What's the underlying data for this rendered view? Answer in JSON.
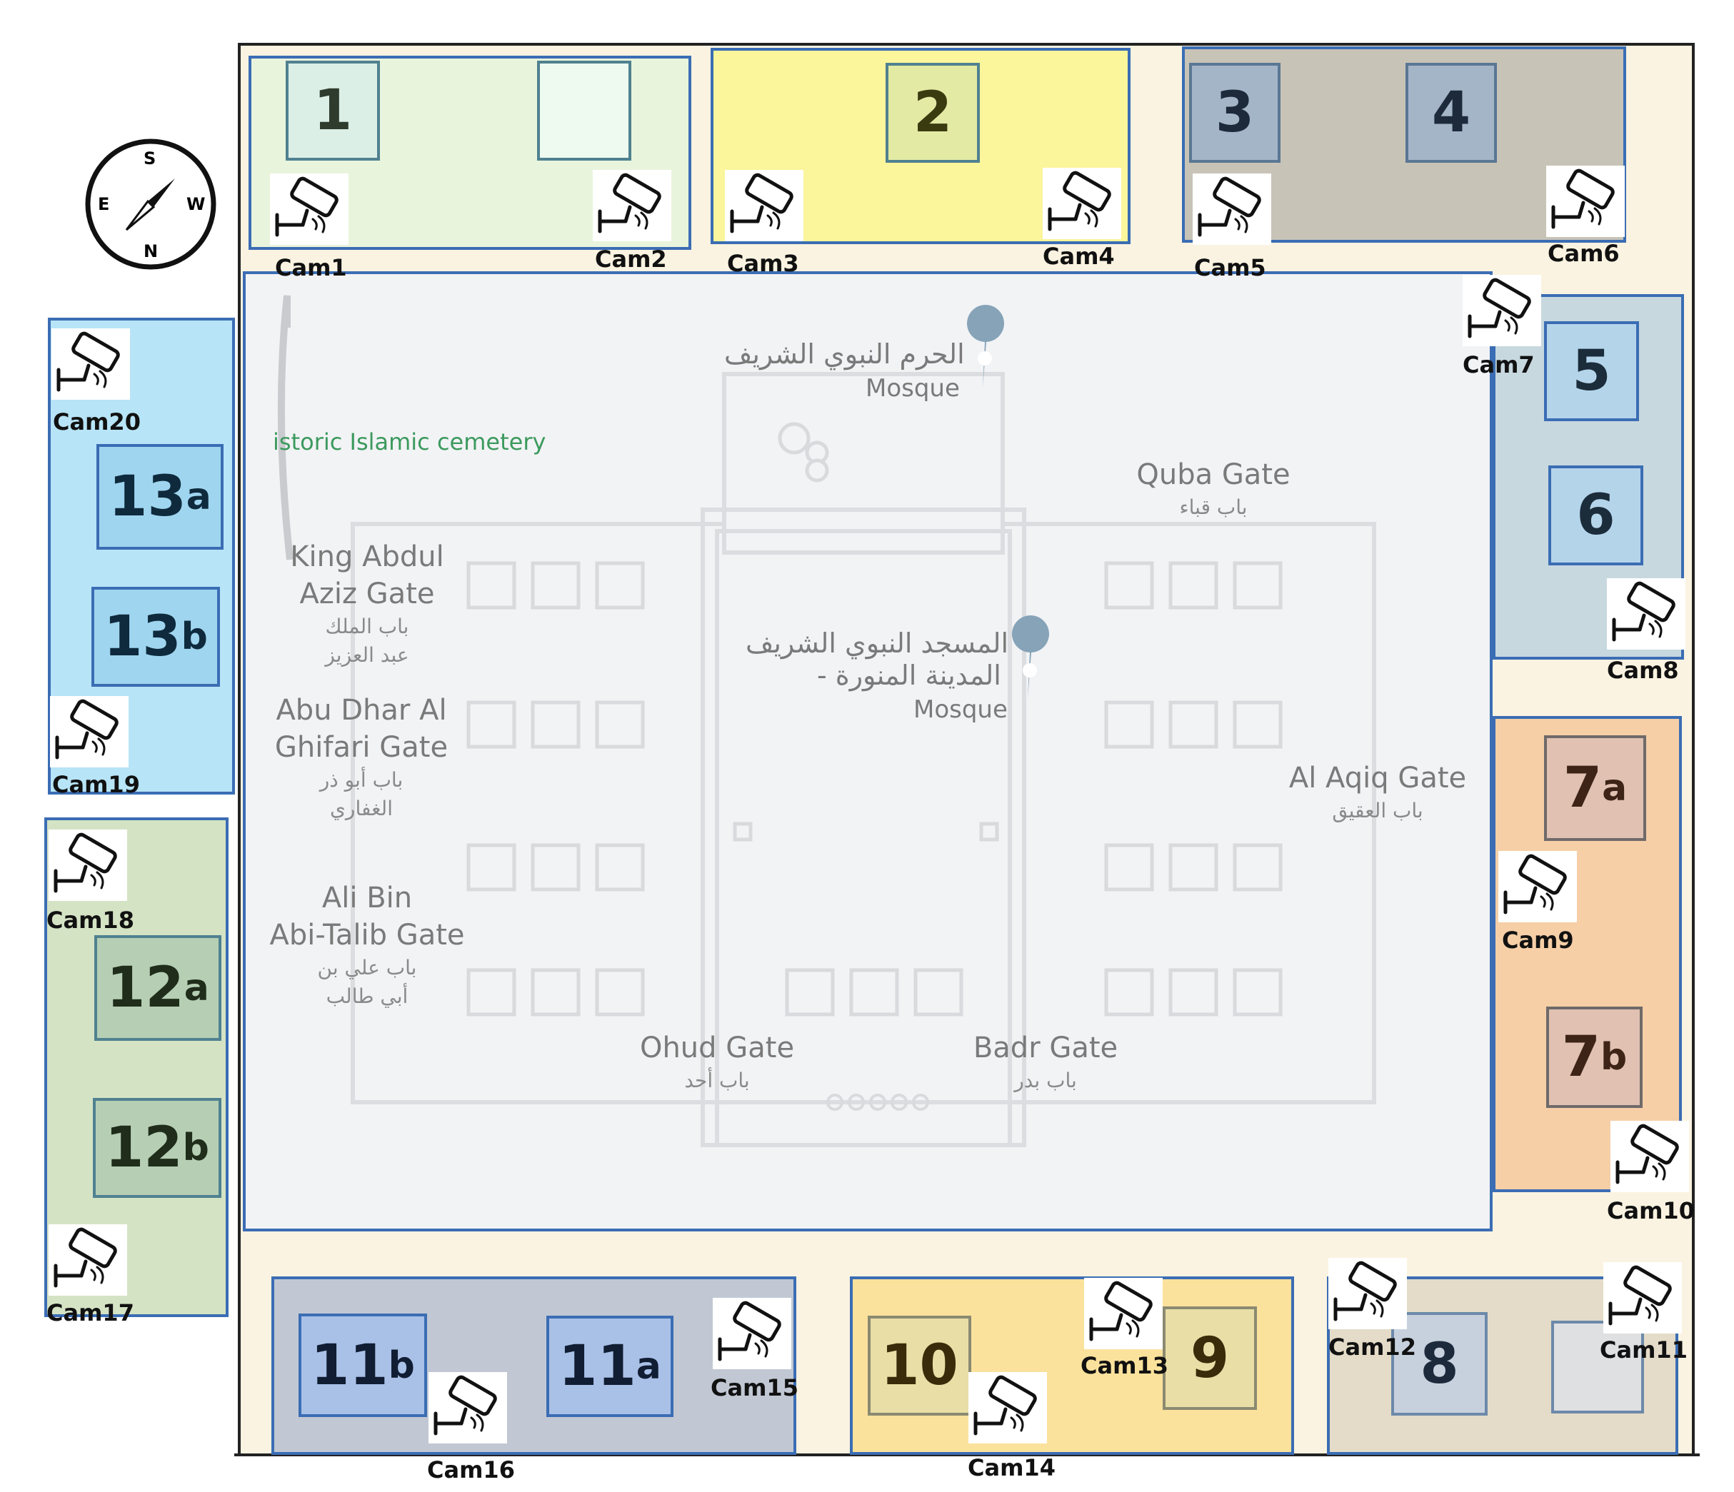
{
  "colors": {
    "zone_border": "#3b6db4",
    "outer_frame": "#222222",
    "ground": "#fbf3e1",
    "map_bg": "#f2f3f5",
    "map_lines": "#d9dadd",
    "map_text": "#7a7a7a",
    "cemetery_text": "#3c9a5e",
    "pin": "#86a3b8"
  },
  "compass": {
    "north": "N",
    "south": "S",
    "east": "E",
    "west": "W"
  },
  "sections": [
    {
      "label": "1",
      "sub": "",
      "color": "#dcefe6"
    },
    {
      "label": "2",
      "sub": "",
      "color": "#e3eaa4"
    },
    {
      "label": "3",
      "sub": "",
      "color": "#a5b5c8"
    },
    {
      "label": "4",
      "sub": "",
      "color": "#a5b5c8"
    },
    {
      "label": "5",
      "sub": "",
      "color": "#b4d4ea"
    },
    {
      "label": "6",
      "sub": "",
      "color": "#b4d4ea"
    },
    {
      "label": "7",
      "sub": "a",
      "color": "#e1c1b1"
    },
    {
      "label": "7",
      "sub": "b",
      "color": "#e1c1b1"
    },
    {
      "label": "8",
      "sub": "",
      "color": "#c7d1dd"
    },
    {
      "label": "9",
      "sub": "",
      "color": "#e9dea6"
    },
    {
      "label": "10",
      "sub": "",
      "color": "#e9dea6"
    },
    {
      "label": "11",
      "sub": "a",
      "color": "#a9c1e7"
    },
    {
      "label": "11",
      "sub": "b",
      "color": "#a9c1e7"
    },
    {
      "label": "12",
      "sub": "a",
      "color": "#b6cfb4"
    },
    {
      "label": "12",
      "sub": "b",
      "color": "#b6cfb4"
    },
    {
      "label": "13",
      "sub": "a",
      "color": "#9fd5ef"
    },
    {
      "label": "13",
      "sub": "b",
      "color": "#9fd5ef"
    }
  ],
  "cameras": [
    "Cam1",
    "Cam2",
    "Cam3",
    "Cam4",
    "Cam5",
    "Cam6",
    "Cam7",
    "Cam8",
    "Cam9",
    "Cam10",
    "Cam11",
    "Cam12",
    "Cam13",
    "Cam14",
    "Cam15",
    "Cam16",
    "Cam17",
    "Cam18",
    "Cam19",
    "Cam20"
  ],
  "map": {
    "haram_ar": "الحرم النبوي الشريف",
    "haram_en": "Mosque",
    "mosque_ar_1": "المسجد النبوي الشريف",
    "mosque_ar_2": "- المدينة المنورة",
    "mosque_en": "Mosque",
    "cemetery": "istoric Islamic cemetery",
    "gates": {
      "quba": {
        "en": "Quba Gate",
        "ar": "باب قباء"
      },
      "king_abdul_aziz": {
        "en1": "King Abdul",
        "en2": "Aziz Gate",
        "ar1": "باب الملك",
        "ar2": "عبد العزيز"
      },
      "abu_dhar": {
        "en1": "Abu Dhar Al",
        "en2": "Ghifari Gate",
        "ar1": "باب أبو ذر",
        "ar2": "الغفاري"
      },
      "ali_bin": {
        "en1": "Ali Bin",
        "en2": "Abi-Talib Gate",
        "ar1": "باب علي بن",
        "ar2": "أبي طالب"
      },
      "al_aqiq": {
        "en": "Al Aqiq Gate",
        "ar": "باب العقيق"
      },
      "ohud": {
        "en": "Ohud Gate",
        "ar": "باب أحد"
      },
      "badr": {
        "en": "Badr Gate",
        "ar": "باب بدر"
      }
    }
  }
}
